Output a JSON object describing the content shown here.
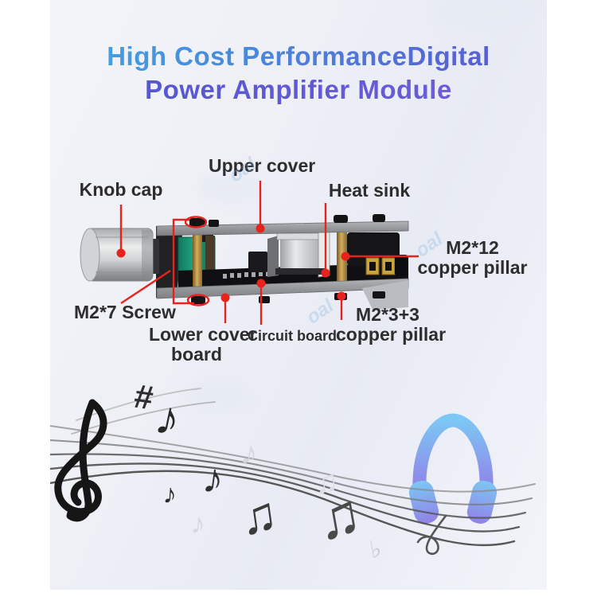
{
  "title": {
    "line1": "High Cost PerformanceDigital",
    "line2": "Power Amplifier Module"
  },
  "callouts": {
    "knob_cap": {
      "label": "Knob cap"
    },
    "upper_cover": {
      "label": "Upper cover"
    },
    "heat_sink": {
      "label": "Heat sink"
    },
    "m2_12": {
      "line1": "M2*12",
      "line2": "copper pillar"
    },
    "m2_7": {
      "label": "M2*7 Screw"
    },
    "lower_cover": {
      "line1": "Lower cover",
      "line2": "board"
    },
    "circuit_board": {
      "label": "Circuit board"
    },
    "m2_3_3": {
      "line1": "M2*3+3",
      "line2": "copper pillar"
    }
  },
  "decor": {
    "sharp": "#",
    "eighth_note": "♪",
    "beamed_note": "♫",
    "flat": "♭",
    "watermark": "oal"
  },
  "colors": {
    "title_blue": "#42a2e2",
    "title_purple": "#5b55cf",
    "callout_red": "#e8231d",
    "label_dark": "#2d2d2d",
    "headphone_blue": "#7cc7f4",
    "headphone_purple": "#9181e8",
    "pot_green": "#17896b",
    "brass": "#c9a24e",
    "cover_gray": "#9a9b9e"
  }
}
